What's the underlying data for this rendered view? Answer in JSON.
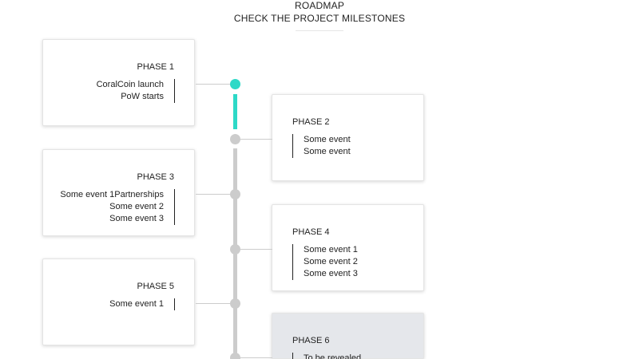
{
  "header": {
    "title": "ROADMAP",
    "subtitle": "CHECK THE PROJECT MILESTONES"
  },
  "colors": {
    "active": "#2dd9c7",
    "inactive": "#cccccc",
    "unrevealed_card": "#e5e7eb"
  },
  "phases": [
    {
      "label": "PHASE 1",
      "status": "active",
      "events": [
        "CoralCoin launch",
        "PoW starts"
      ]
    },
    {
      "label": "PHASE 2",
      "status": "upcoming",
      "events": [
        "Some event",
        "Some event"
      ]
    },
    {
      "label": "PHASE 3",
      "status": "upcoming",
      "events": [
        "Some event 1Partnerships",
        "Some event 2",
        "Some event 3"
      ]
    },
    {
      "label": "PHASE 4",
      "status": "upcoming",
      "events": [
        "Some event 1",
        "Some event 2",
        "Some event 3"
      ]
    },
    {
      "label": "PHASE 5",
      "status": "upcoming",
      "events": [
        "Some event 1"
      ]
    },
    {
      "label": "PHASE 6",
      "status": "unrevealed",
      "events": [
        "To be revealed"
      ]
    }
  ]
}
